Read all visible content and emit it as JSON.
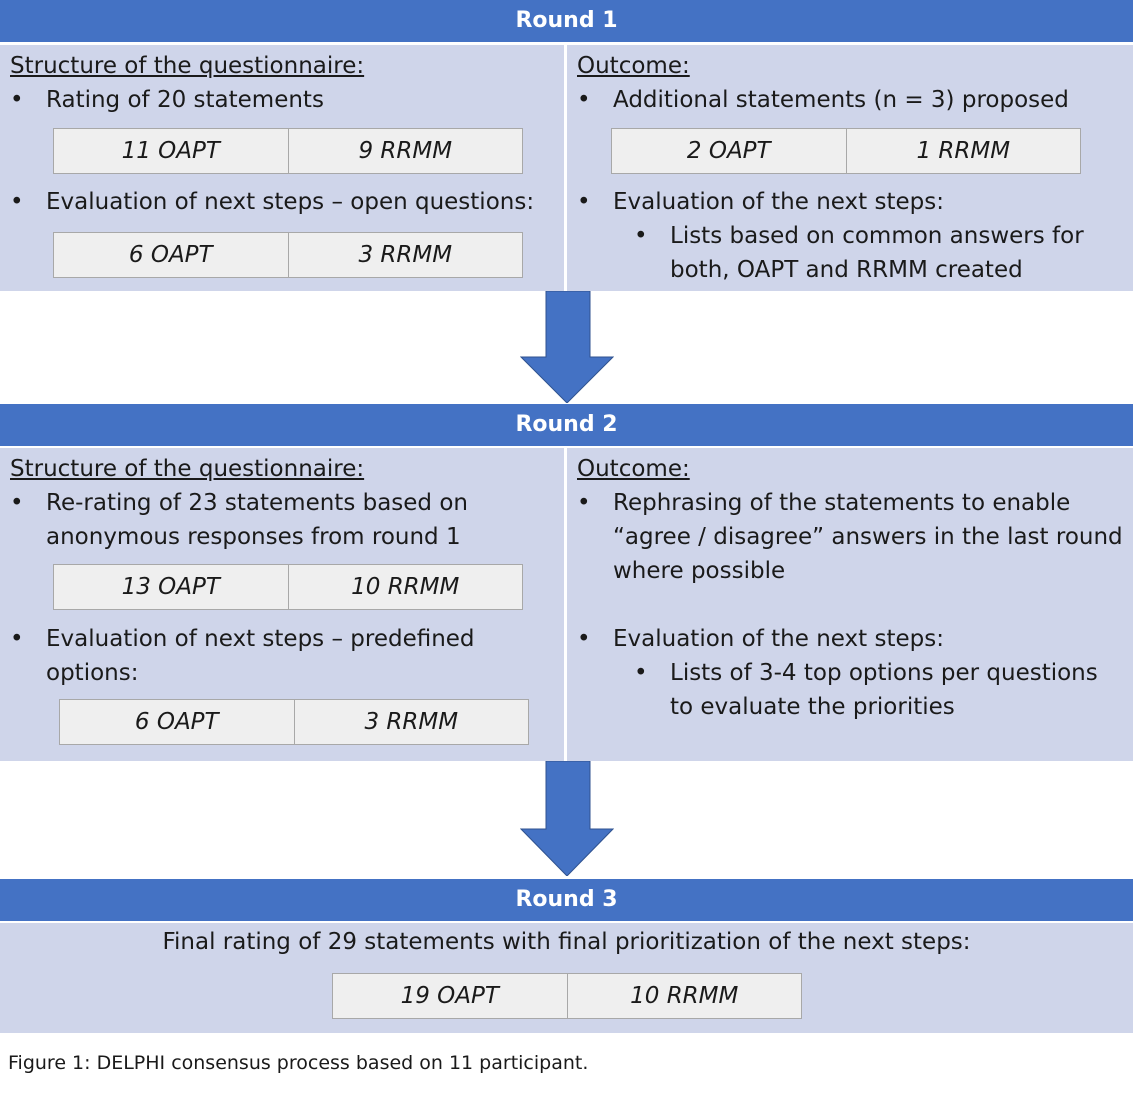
{
  "accent_color": "#4472c4",
  "panel_color": "#cfd5ea",
  "round1": {
    "title": "Round 1",
    "left": {
      "heading": "Structure of the questionnaire:",
      "bullet1": "Rating of 20 statements",
      "bar1": [
        "11 OAPT",
        "9 RRMM"
      ],
      "bullet2": "Evaluation of next steps – open questions:",
      "bar2": [
        "6 OAPT",
        "3 RRMM"
      ]
    },
    "right": {
      "heading": "Outcome:",
      "bullet1": "Additional statements (n = 3) proposed",
      "bar1": [
        "2 OAPT",
        "1 RRMM"
      ],
      "bullet2": "Evaluation of the next steps:",
      "sub1_line1": "Lists based on common answers for",
      "sub1_line2": "both, OAPT and RRMM created"
    }
  },
  "round2": {
    "title": "Round 2",
    "left": {
      "heading": "Structure of the questionnaire:",
      "bullet1_line1": "Re-rating of 23 statements based on",
      "bullet1_line2": "anonymous responses from round 1",
      "bar1": [
        "13 OAPT",
        "10 RRMM"
      ],
      "bullet2_line1": "Evaluation of next steps – predefined",
      "bullet2_line2": "options:",
      "bar2": [
        "6 OAPT",
        "3 RRMM"
      ]
    },
    "right": {
      "heading": "Outcome:",
      "bullet1_line1": "Rephrasing of the statements to enable",
      "bullet1_line2": "“agree / disagree” answers in the last round",
      "bullet1_line3": "where possible",
      "bullet2": "Evaluation of the next steps:",
      "sub1_line1": "Lists of 3-4 top options per questions",
      "sub1_line2": "to evaluate the priorities"
    }
  },
  "round3": {
    "title": "Round 3",
    "text": "Final rating of 29 statements with final prioritization of the next steps:",
    "bar": [
      "19 OAPT",
      "10 RRMM"
    ]
  },
  "caption": "Figure 1: DELPHI consensus process based on 11 participant."
}
